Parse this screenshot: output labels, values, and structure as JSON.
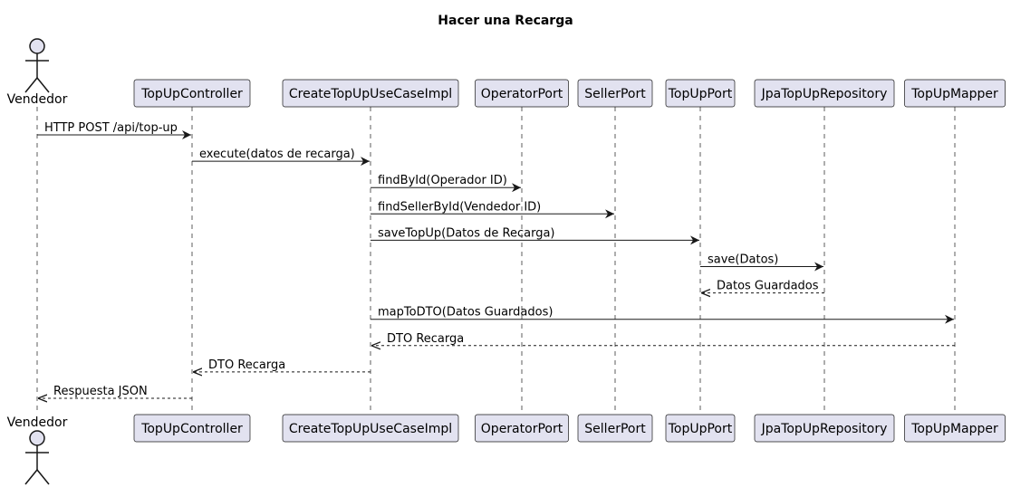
{
  "diagram": {
    "title": "Hacer una Recarga",
    "participants": [
      {
        "id": "vendedor",
        "label": "Vendedor",
        "kind": "actor"
      },
      {
        "id": "topupcontroller",
        "label": "TopUpController",
        "kind": "participant"
      },
      {
        "id": "createtopupusecaseimpl",
        "label": "CreateTopUpUseCaseImpl",
        "kind": "participant"
      },
      {
        "id": "operatorport",
        "label": "OperatorPort",
        "kind": "participant"
      },
      {
        "id": "sellerport",
        "label": "SellerPort",
        "kind": "participant"
      },
      {
        "id": "topupport",
        "label": "TopUpPort",
        "kind": "participant"
      },
      {
        "id": "jpatopuprepository",
        "label": "JpaTopUpRepository",
        "kind": "participant"
      },
      {
        "id": "topupmapper",
        "label": "TopUpMapper",
        "kind": "participant"
      }
    ],
    "messages": [
      {
        "from": 0,
        "to": 1,
        "label": "HTTP POST /api/top-up",
        "style": "sync"
      },
      {
        "from": 1,
        "to": 2,
        "label": "execute(datos de recarga)",
        "style": "sync"
      },
      {
        "from": 2,
        "to": 3,
        "label": "findById(Operador ID)",
        "style": "sync"
      },
      {
        "from": 2,
        "to": 4,
        "label": "findSellerById(Vendedor ID)",
        "style": "sync"
      },
      {
        "from": 2,
        "to": 5,
        "label": "saveTopUp(Datos de Recarga)",
        "style": "sync"
      },
      {
        "from": 5,
        "to": 6,
        "label": "save(Datos)",
        "style": "sync"
      },
      {
        "from": 6,
        "to": 5,
        "label": "Datos Guardados",
        "style": "reply"
      },
      {
        "from": 2,
        "to": 7,
        "label": "mapToDTO(Datos Guardados)",
        "style": "sync"
      },
      {
        "from": 7,
        "to": 2,
        "label": "DTO Recarga",
        "style": "reply"
      },
      {
        "from": 2,
        "to": 1,
        "label": "DTO Recarga",
        "style": "reply"
      },
      {
        "from": 1,
        "to": 0,
        "label": "Respuesta JSON",
        "style": "reply"
      }
    ]
  }
}
